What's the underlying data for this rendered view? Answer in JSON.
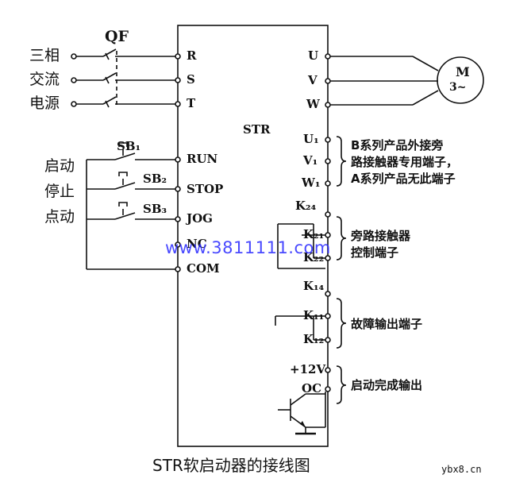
{
  "power": {
    "label_1": "三相",
    "label_2": "交流",
    "label_3": "电源",
    "breaker": "QF"
  },
  "buttons": {
    "start_label": "启动",
    "stop_label": "停止",
    "jog_label": "点动",
    "sb1": "SB₁",
    "sb2": "SB₂",
    "sb3": "SB₃"
  },
  "starter": {
    "name": "STR",
    "left_terminals": [
      "R",
      "S",
      "T",
      "RUN",
      "STOP",
      "JOG",
      "NC",
      "COM"
    ],
    "right_terminals": {
      "u": "U",
      "v": "V",
      "w": "W",
      "u1": "U₁",
      "v1": "V₁",
      "w1": "W₁",
      "k24": "K₂₄",
      "k21": "K₂₁",
      "k22": "K₂₂",
      "k14": "K₁₄",
      "k11": "K₁₁",
      "k12": "K₁₂",
      "v12": "+12V",
      "oc": "OC"
    }
  },
  "motor": {
    "letter": "M",
    "phase": "3~"
  },
  "notes": {
    "bypass_line1": "B系列产品外接旁",
    "bypass_line2": "路接触器专用端子，",
    "bypass_line3": "A系列产品无此端子",
    "contactor_line1": "旁路接触器",
    "contactor_line2": "控制端子",
    "fault": "故障输出端子",
    "complete": "启动完成输出"
  },
  "watermark": "www.3811111.com",
  "caption": "STR软启动器的接线图",
  "site": "ybx8.cn"
}
